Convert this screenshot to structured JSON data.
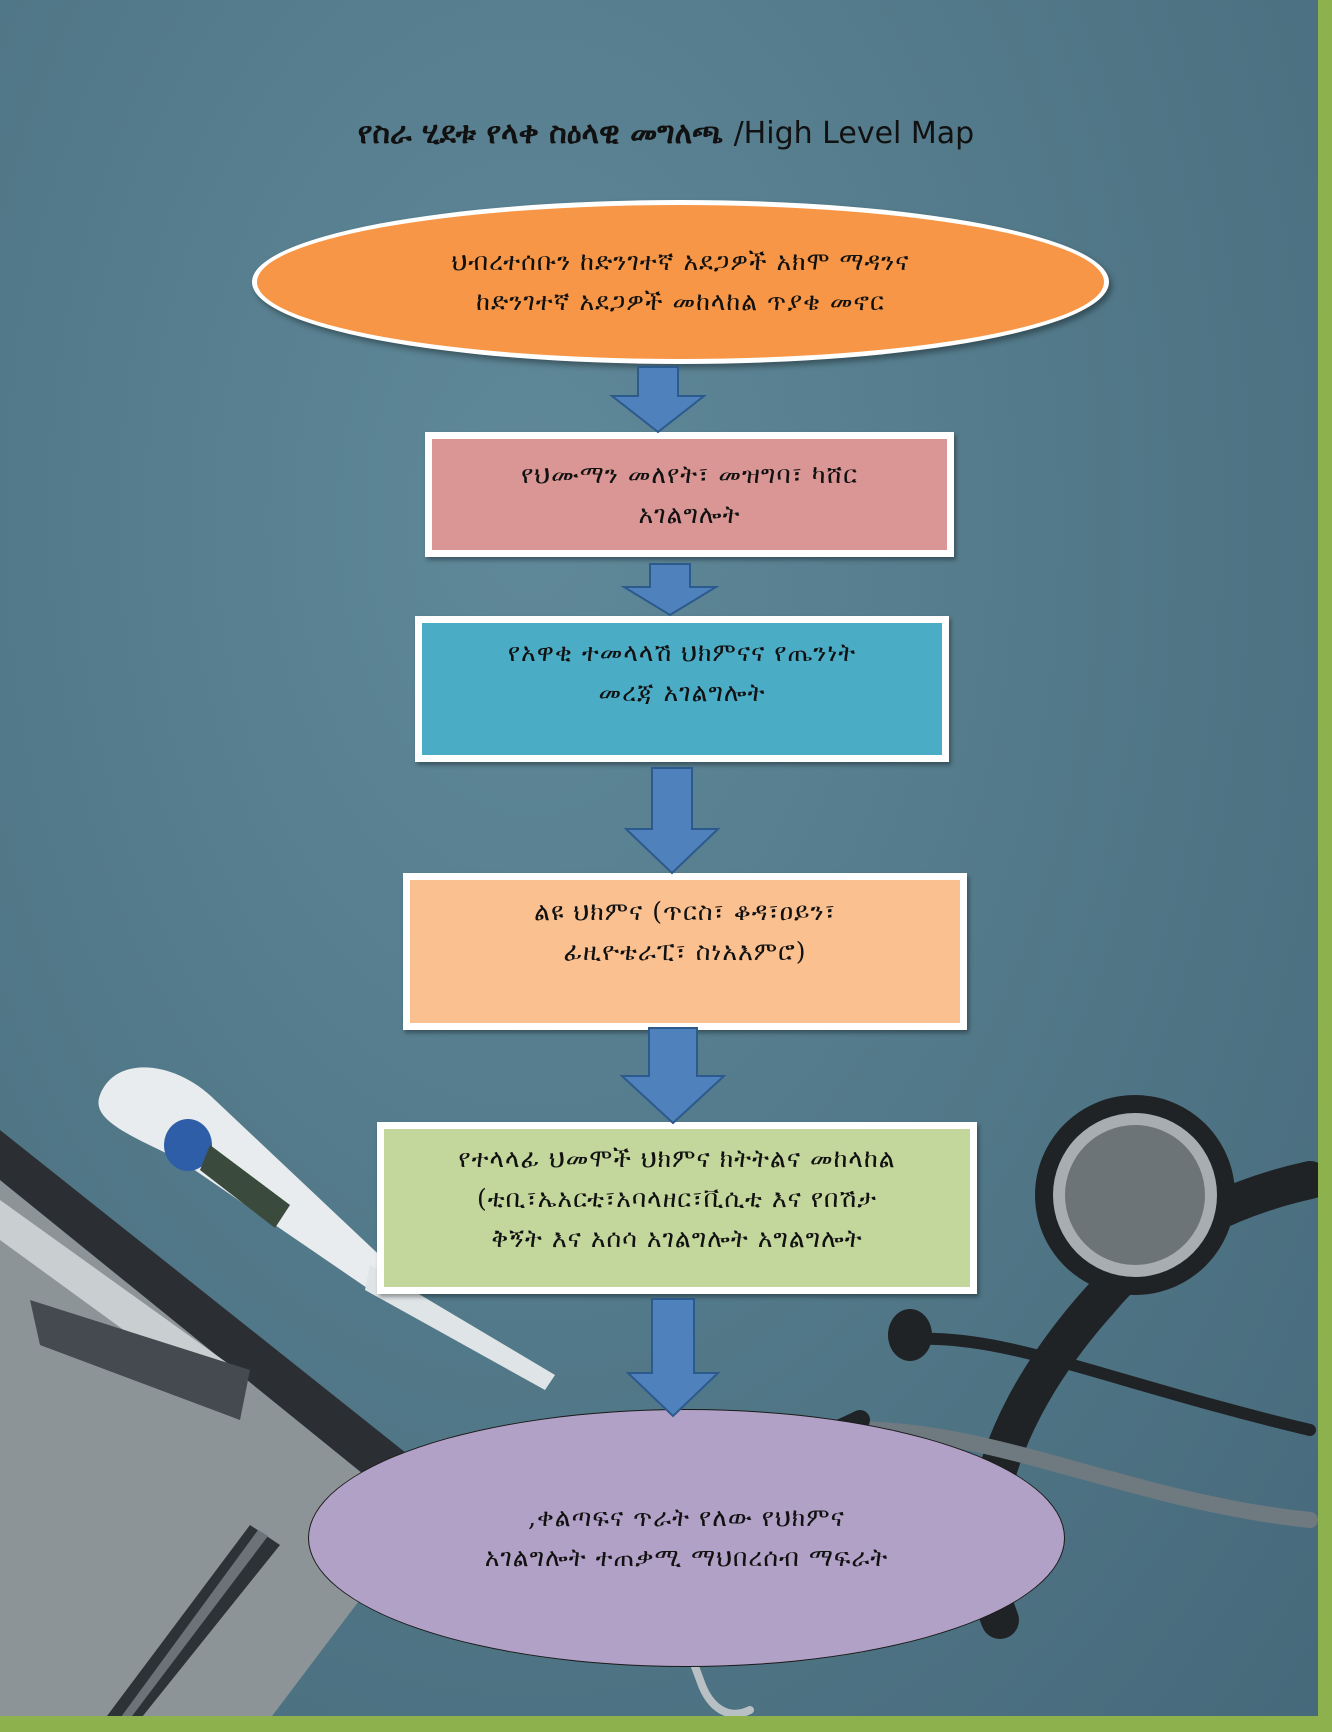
{
  "title": {
    "amharic": "የስራ ሂደቱ የላቀ ስዕላዊ መግለጫ",
    "english": "/High Level Map"
  },
  "steps": [
    {
      "lines": [
        "ህብረተሰቡን ከድንገተኛ አደጋዎች አክሞ ማዳንና",
        "ከድንገተኛ አደጋዎች መከላከል ጥያቄ መኖር"
      ],
      "fill": "#f79646"
    },
    {
      "lines": [
        "የህሙማን መለየት፣ መዝግባ፣ ካሸር",
        "አገልግሎት"
      ],
      "fill": "#d99694"
    },
    {
      "lines": [
        "የአዋቂ ተመላላሽ ህክምናና የጤንነት",
        "መረጃ አገልግሎት"
      ],
      "fill": "#4bacc6"
    },
    {
      "lines": [
        "ልዩ ህክምና (ጥርስ፣ ቆዳ፣ዐይን፣",
        "ፊዚዮቴራፒ፣ ስነአእምሮ)"
      ],
      "fill": "#fac090"
    },
    {
      "lines": [
        "የተላላፊ ህመሞች ህክምና ክትትልና መከላከል",
        "(ቲቢ፣ኤአርቲ፣አባላዘር፣ቪሲቲ እና የበሽታ",
        "ቅኝት እና አሰሳ አገልግሎት  አግልግሎት"
      ],
      "fill": "#c3d69b"
    },
    {
      "lines": [
        ",ቀልጣፍና ጥራት የለው የህክምና",
        "አገልግሎት ተጠቃሚ ማህበረሰብ ማፍራት"
      ],
      "fill": "#b2a1c7"
    }
  ],
  "colors": {
    "arrow": "#4f81bd",
    "arrow_outline": "#2c5a8c",
    "frame_green": "#8db14c"
  }
}
